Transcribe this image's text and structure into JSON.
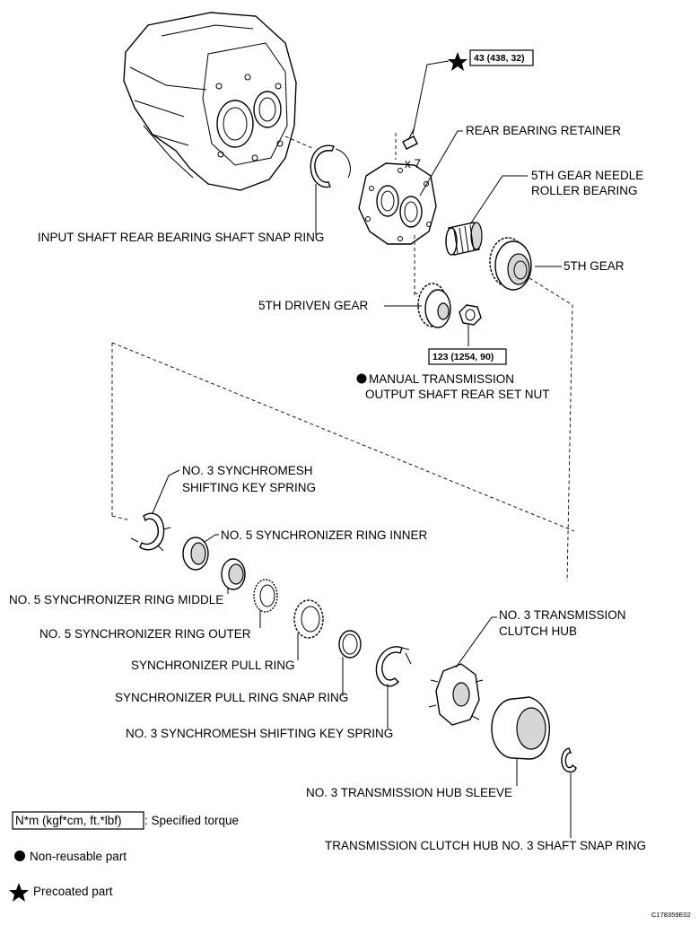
{
  "labels": {
    "torque_bolt": "43 (438, 32)",
    "bolt_qty": "x 7",
    "rear_bearing_retainer": "REAR BEARING RETAINER",
    "needle_bearing_l1": "5TH GEAR NEEDLE",
    "needle_bearing_l2": "ROLLER BEARING",
    "input_snap_ring": "INPUT SHAFT REAR BEARING SHAFT SNAP RING",
    "fifth_gear": "5TH GEAR",
    "fifth_driven_gear": "5TH DRIVEN GEAR",
    "torque_nut": "123 (1254, 90)",
    "set_nut_l1": "MANUAL TRANSMISSION",
    "set_nut_l2": "OUTPUT SHAFT REAR SET NUT",
    "key_spring_top_l1": "NO. 3 SYNCHROMESH",
    "key_spring_top_l2": "SHIFTING KEY SPRING",
    "ring_inner": "NO. 5 SYNCHRONIZER RING INNER",
    "ring_middle": "NO. 5 SYNCHRONIZER RING MIDDLE",
    "ring_outer": "NO. 5 SYNCHRONIZER RING OUTER",
    "pull_ring": "SYNCHRONIZER PULL RING",
    "pull_ring_snap": "SYNCHRONIZER PULL RING SNAP RING",
    "key_spring_bottom": "NO. 3 SYNCHROMESH SHIFTING KEY SPRING",
    "clutch_hub_l1": "NO. 3 TRANSMISSION",
    "clutch_hub_l2": "CLUTCH HUB",
    "hub_sleeve": "NO. 3 TRANSMISSION HUB SLEEVE",
    "hub_snap_ring": "TRANSMISSION CLUTCH HUB NO. 3 SHAFT SNAP RING"
  },
  "legend": {
    "torque_unit": "N*m (kgf*cm, ft.*lbf)",
    "torque_desc": ": Specified torque",
    "non_reusable": "Non-reusable part",
    "precoated": "Precoated part"
  },
  "figure_code": "C178359E02"
}
